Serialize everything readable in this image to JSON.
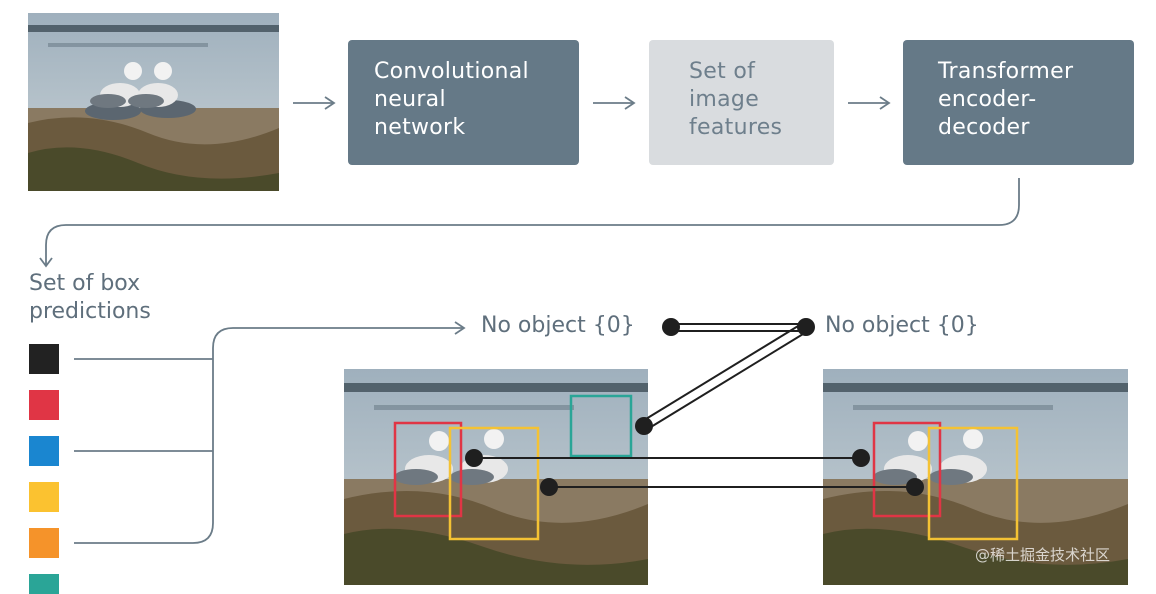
{
  "pipeline": {
    "cnn_label": [
      "Convolutional",
      "neural",
      "network"
    ],
    "features_label": [
      "Set of",
      "image",
      "features"
    ],
    "transformer_label": [
      "Transformer",
      "encoder-",
      "decoder"
    ]
  },
  "predictions": {
    "title": [
      "Set of box",
      "predictions"
    ],
    "swatches": [
      {
        "name": "black",
        "color": "#222222"
      },
      {
        "name": "red",
        "color": "#e03545"
      },
      {
        "name": "blue",
        "color": "#1a86d0"
      },
      {
        "name": "yellow",
        "color": "#fbc230"
      },
      {
        "name": "orange",
        "color": "#f5932a"
      },
      {
        "name": "teal",
        "color": "#2aa597"
      }
    ]
  },
  "matching": {
    "left_no_object": "No object {0}",
    "right_no_object": "No object {0}"
  },
  "box_colors": {
    "red": "#e03545",
    "yellow": "#f4c234",
    "teal": "#2aa597"
  },
  "watermark": "@稀土掘金技术社区"
}
